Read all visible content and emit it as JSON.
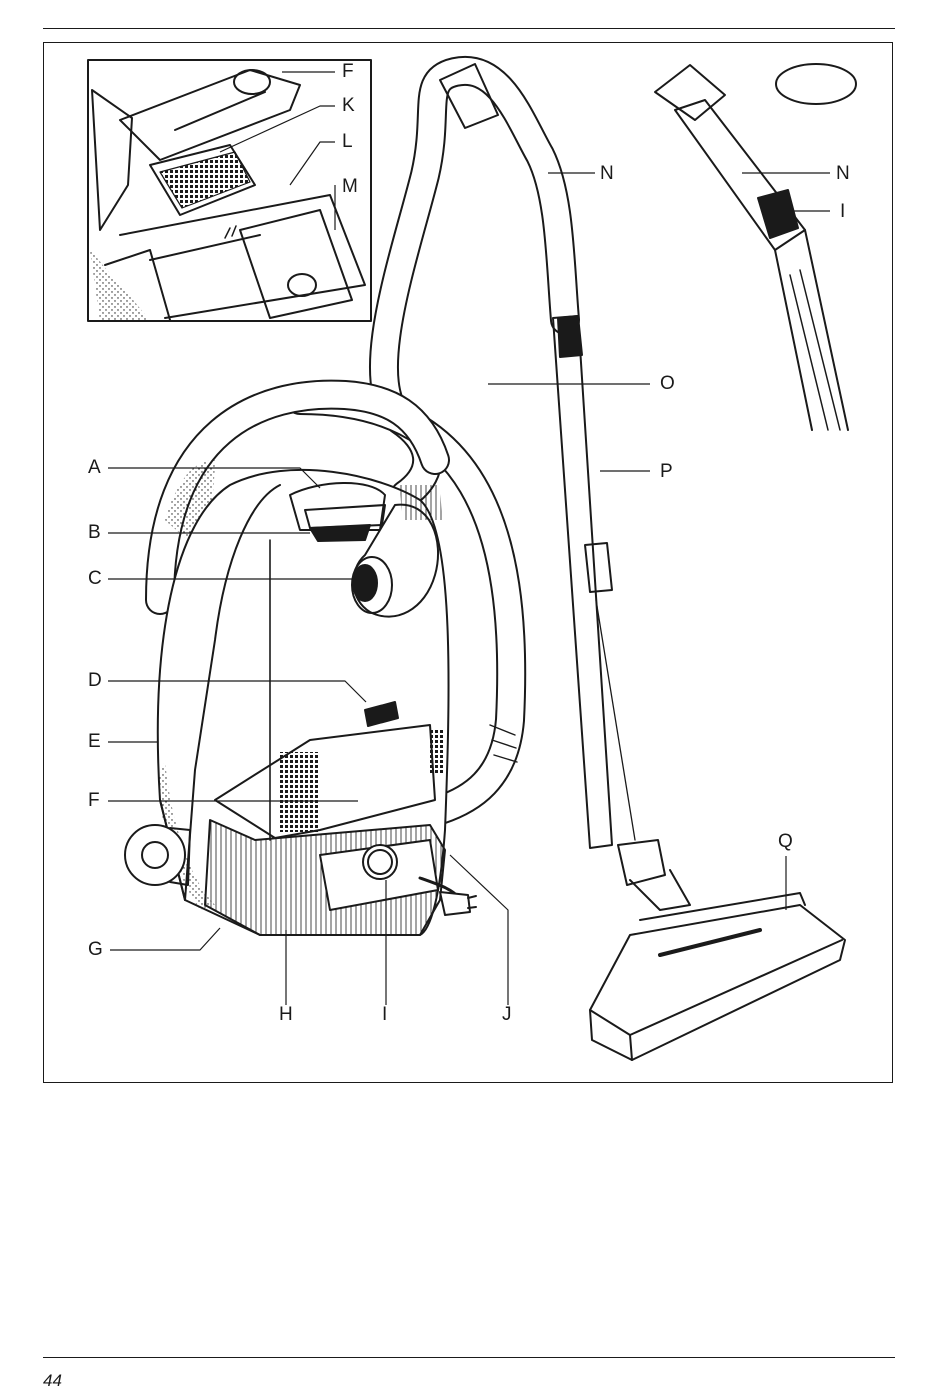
{
  "figure": {
    "callouts": {
      "A": "A",
      "B": "B",
      "C": "C",
      "D": "D",
      "E": "E",
      "F": "F",
      "G": "G",
      "H": "H",
      "I": "I",
      "J": "J",
      "K": "K",
      "L": "L",
      "M": "M",
      "N": "N",
      "O": "O",
      "P": "P",
      "Q": "Q"
    }
  },
  "footer": {
    "page_number": "44"
  },
  "colors": {
    "ink": "#1a1a1a",
    "background": "#ffffff"
  }
}
